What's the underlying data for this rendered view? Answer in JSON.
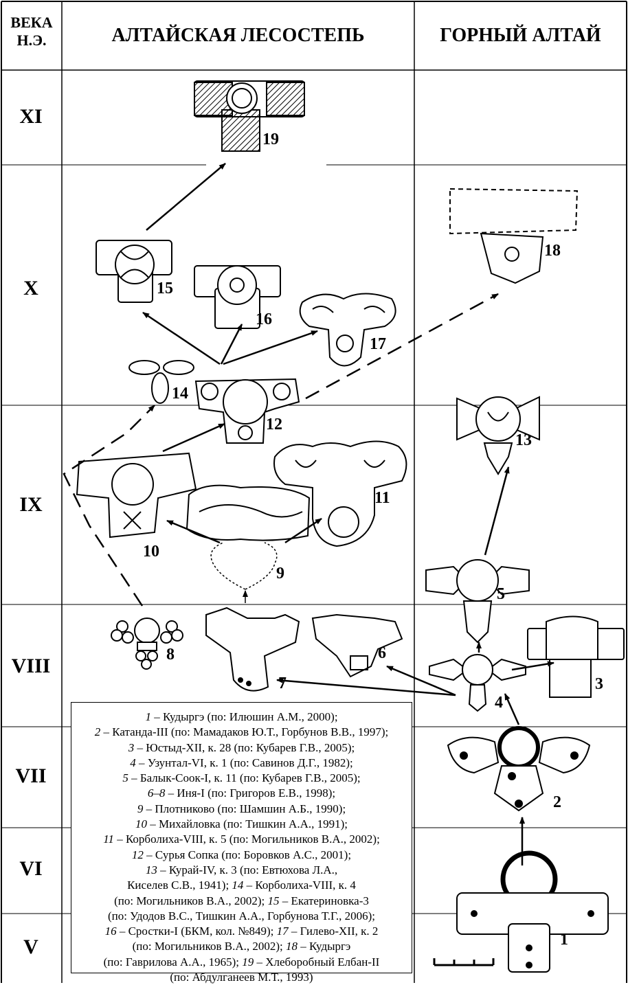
{
  "header": {
    "century_label_line1": "ВЕКА",
    "century_label_line2": "Н.Э.",
    "region_forest_steppe": "АЛТАЙСКАЯ ЛЕСОСТЕПЬ",
    "region_mountain": "ГОРНЫЙ АЛТАЙ"
  },
  "centuries": [
    "XI",
    "X",
    "IX",
    "VIII",
    "VII",
    "VI",
    "V"
  ],
  "artifact_numbers": [
    "19",
    "18",
    "15",
    "16",
    "17",
    "14",
    "12",
    "13",
    "10",
    "11",
    "9",
    "5",
    "8",
    "7",
    "6",
    "4",
    "3",
    "2",
    "1"
  ],
  "legend_lines": [
    [
      "1",
      " – Кудыргэ (по: Илюшин А.М., 2000);"
    ],
    [
      "2",
      " – Катанда-III (по: Мамадаков Ю.Т., Горбунов В.В., 1997);"
    ],
    [
      "3",
      " – Юстыд-XII, к. 28 (по: Кубарев Г.В., 2005);"
    ],
    [
      "4",
      " – Узунтал-VI, к. 1 (по: Савинов Д.Г., 1982);"
    ],
    [
      "5",
      " – Балык-Соок-I, к. 11 (по: Кубарев Г.В., 2005);"
    ],
    [
      "6–8",
      " – Иня-I (по: Григоров Е.В., 1998);"
    ],
    [
      "9",
      " – Плотниково (по: Шамшин А.Б., 1990);"
    ],
    [
      "10",
      " – Михайловка (по: Тишкин А.А., 1991);"
    ],
    [
      "11",
      " – Корболиха-VIII, к. 5 (по: Могильников В.А., 2002);"
    ],
    [
      "12",
      " – Сурья Сопка (по: Боровков А.С., 2001);"
    ],
    [
      "13",
      " – Курай-IV, к. 3 (по: Евтюхова Л.А.,"
    ],
    [
      "",
      "Киселев С.В., 1941); "
    ],
    [
      "",
      "(по: Могильников В.А., 2002); "
    ],
    [
      "",
      "(по: Удодов В.С., Тишкин А.А., Горбунова Т.Г., 2006);"
    ],
    [
      "",
      "(по: Могильников В.А., 2002); "
    ],
    [
      "",
      "(по: Гаврилова А.А., 1965); "
    ],
    [
      "",
      "(по: Абдулганеев М.Т., 1993)"
    ]
  ],
  "legend_tails": {
    "t14_num": "14",
    "t14_text": " – Корболиха-VIII, к. 4",
    "t15_num": "15",
    "t15_text": " – Екатериновка-3",
    "t16_num": "16",
    "t16_text": " – Сростки-I (БКМ, кол. №849); ",
    "t17_num": "17",
    "t17_text": " – Гилево-XII, к. 2",
    "t18_num": "18",
    "t18_text": " – Кудыргэ",
    "t19_num": "19",
    "t19_text": " – Хлеборобный Елбан-II"
  }
}
